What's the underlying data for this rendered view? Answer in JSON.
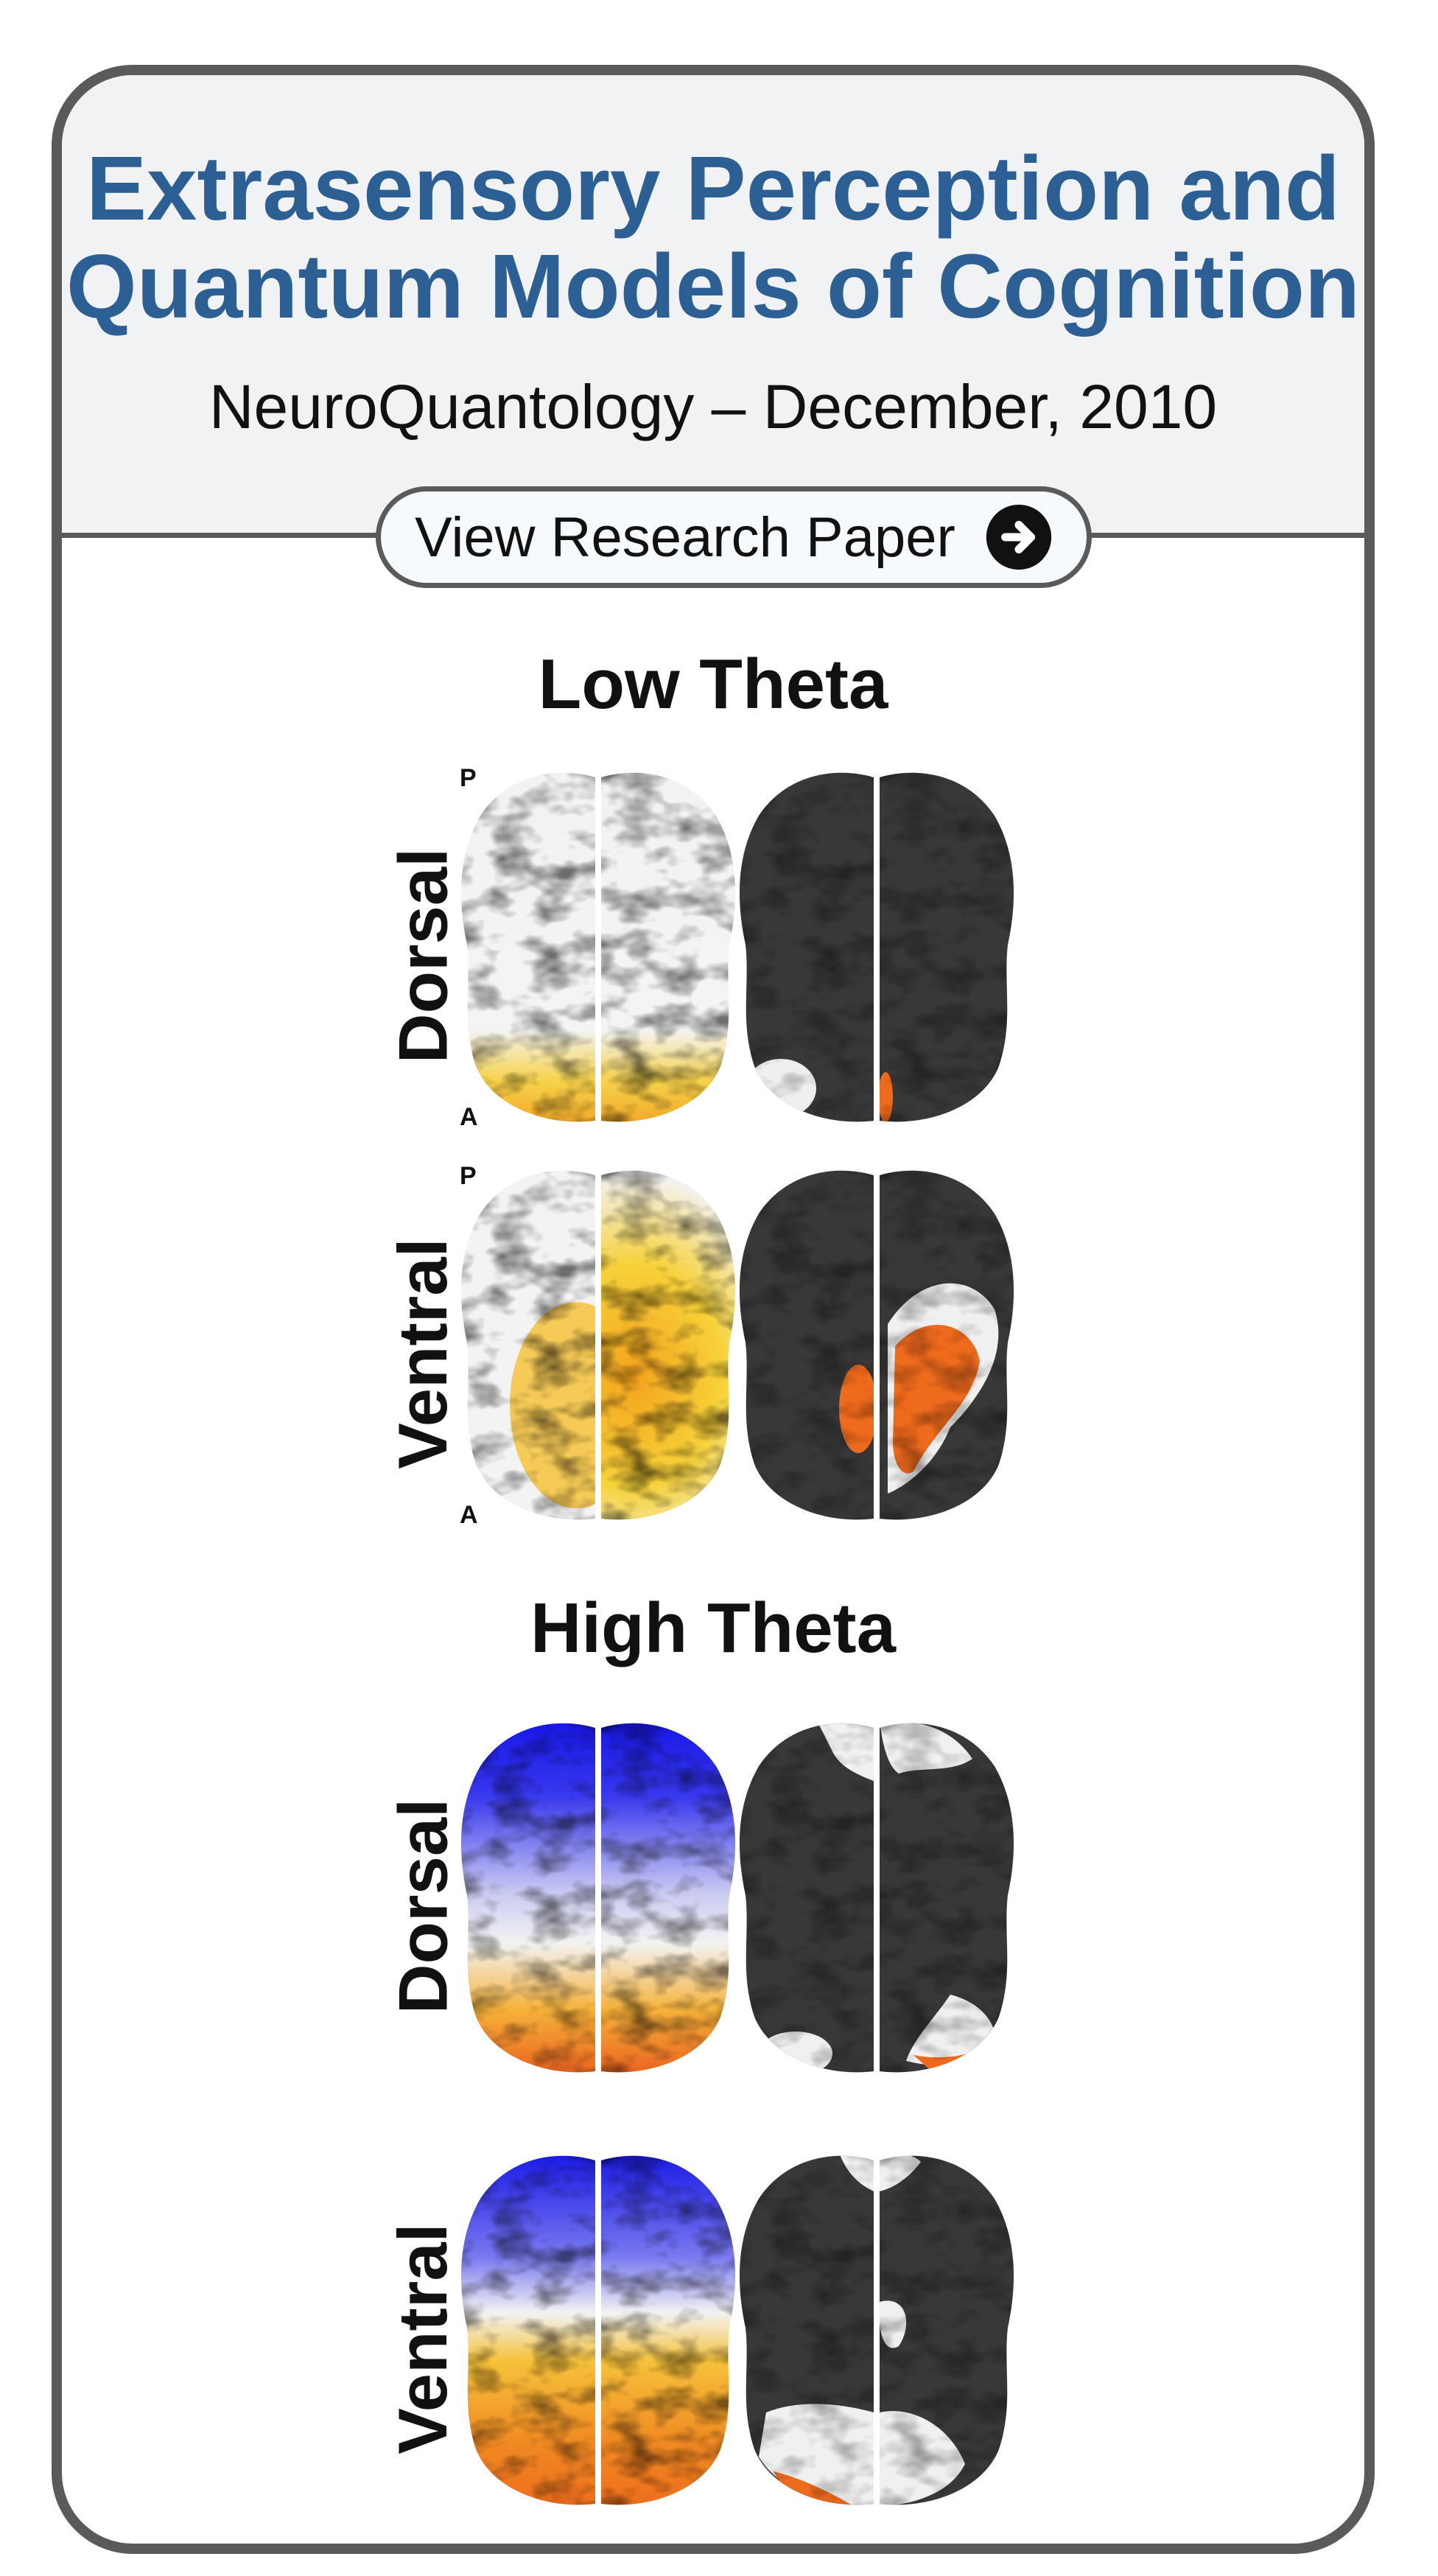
{
  "header": {
    "title_line1": "Extrasensory Perception and",
    "title_line2": "Quantum Models of Cognition",
    "subtitle": "NeuroQuantology – December, 2010",
    "button_label": "View Research Paper",
    "button_icon": "arrow-right-circle-icon"
  },
  "sections": [
    {
      "title": "Low Theta",
      "rows": [
        {
          "label": "Dorsal",
          "posterior_marker": "P",
          "anterior_marker": "A"
        },
        {
          "label": "Ventral",
          "posterior_marker": "P",
          "anterior_marker": "A"
        }
      ]
    },
    {
      "title": "High Theta",
      "rows": [
        {
          "label": "Dorsal"
        },
        {
          "label": "Ventral"
        }
      ]
    }
  ],
  "colors": {
    "title": "#2c5f94",
    "border": "#5a5a5a",
    "header_bg": "#f1f2f4",
    "activation_warm": "#ee6a1c",
    "activation_yellow": "#f7c21a",
    "activation_cool": "#1a1ae6",
    "masked_cortex": "#3a3a3a"
  }
}
